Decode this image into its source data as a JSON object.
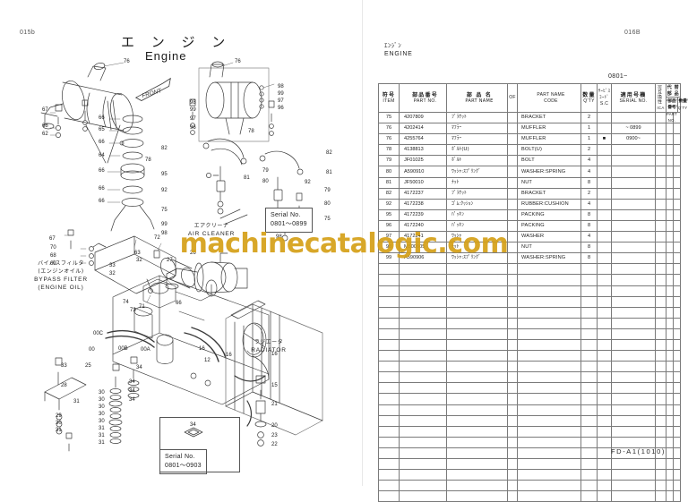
{
  "document": {
    "left_page_number": "015b",
    "right_page_number": "016B",
    "footer_code": "FD-A1(1010)"
  },
  "illustration": {
    "title_jp": "エ ン ジ ン",
    "title_en": "Engine",
    "front_marker": "FRONT",
    "labels": [
      {
        "jp": "エアクリーナ",
        "en": "AIR CLEANER"
      },
      {
        "jp": "バイパスフィルタ\n(エンジンオイル)",
        "en": "BYPASS FILTER\n(ENGINE OIL)"
      },
      {
        "jp": "ラジエータ",
        "en": "RADIATOR"
      }
    ],
    "bypass_filter_jp_line1": "バイパスフィルタ",
    "bypass_filter_jp_line2": "(エンジンオイル)",
    "bypass_filter_en_line1": "BYPASS FILTER",
    "bypass_filter_en_line2": "(ENGINE OIL)",
    "air_cleaner_jp": "エアクリーナ",
    "air_cleaner_en": "AIR CLEANER",
    "radiator_jp": "ラジエータ",
    "radiator_en": "RADIATOR",
    "serial_box_upper": {
      "line1": "Serial No.",
      "line2": "0801〜0899"
    },
    "serial_box_lower": {
      "line1": "Serial No.",
      "line2": "0801〜0903"
    },
    "callouts_upper_left": [
      "76",
      "67",
      "68",
      "62",
      "66",
      "65",
      "66",
      "64",
      "67",
      "66",
      "70",
      "68",
      "69",
      "63",
      "72",
      "71",
      "66"
    ],
    "callouts_mid": [
      "78",
      "98",
      "99",
      "97",
      "96",
      "82",
      "95",
      "92",
      "81",
      "75",
      "79",
      "80",
      "99",
      "98"
    ],
    "callouts_right_cluster": [
      "76",
      "78",
      "98",
      "99",
      "97",
      "96",
      "82",
      "81",
      "92",
      "79",
      "80",
      "75",
      "99",
      "98"
    ],
    "callouts_lower": [
      "33",
      "32",
      "31",
      "25",
      "28",
      "74",
      "73",
      "00C",
      "00",
      "00B",
      "00A",
      "16",
      "12",
      "34",
      "15",
      "21",
      "20",
      "23",
      "22",
      "27",
      "26",
      "29",
      "30"
    ]
  },
  "group": {
    "name_jp": "ｴﾝｼﾞﾝ",
    "name_en": "ENGINE",
    "serial_range": "0801~"
  },
  "table": {
    "headers": [
      {
        "jp": "符号",
        "en": "ITEM"
      },
      {
        "jp": "部品番号",
        "en": "PART NO."
      },
      {
        "jp": "部 品 名",
        "en": "PART NAME"
      },
      {
        "jp": "OF",
        "en": "PART NAME\nCODE"
      },
      {
        "jp": "数量",
        "en": "Q'TY"
      },
      {
        "jp": "ｻｰﾋﾞｽ\nｺｰﾄﾞ",
        "en": "S.C"
      },
      {
        "jp": "適用号機",
        "en": "SERIAL NO."
      },
      {
        "jp": "可互換性",
        "en": "ICA"
      },
      {
        "jp": "代 替 部 品",
        "en": "ALTERNATIVE PART"
      },
      {
        "jp": "部品番号",
        "en": "PART NO."
      },
      {
        "jp": "数量",
        "en": "Q'TY"
      }
    ],
    "header_labels": {
      "item_jp": "符号",
      "item_en": "ITEM",
      "partno_jp": "部品番号",
      "partno_en": "PART NO.",
      "partname_jp": "部 品 名",
      "partname_en": "PART NAME",
      "code_of": "OF",
      "code_en_l1": "PART  NAME",
      "code_en_l2": "CODE",
      "qty_jp": "数量",
      "qty_en": "Q'TY",
      "sc_jp_l1": "ｻｰﾋﾞｽ",
      "sc_jp_l2": "ｺｰﾄﾞ",
      "sc_en": "S.C",
      "serial_jp": "適用号機",
      "serial_en": "SERIAL NO.",
      "ica_jp": "可互換性",
      "ica_en": "ICA",
      "alt_jp": "代 替 部 品",
      "alt_en": "ALTERNATIVE PART",
      "alt_partno_jp": "部品番号",
      "alt_partno_en": "PART  NO.",
      "alt_qty_jp": "数量",
      "alt_qty_en": "Q'TY"
    },
    "rows": [
      {
        "item": "75",
        "part_no": "4207809",
        "name_jp": "ﾌﾞﾗｹｯﾄ",
        "of": "",
        "name_en": "BRACKET",
        "qty": "2",
        "sc": "",
        "serial": "",
        "ica": "",
        "alt_part_no": "",
        "alt_qty": ""
      },
      {
        "item": "76",
        "part_no": "4202414",
        "name_jp": "ﾏﾌﾗｰ",
        "of": "",
        "name_en": "MUFFLER",
        "qty": "1",
        "sc": "",
        "serial": "~ 0899",
        "ica": "",
        "alt_part_no": "",
        "alt_qty": ""
      },
      {
        "item": "76",
        "part_no": "4255764",
        "name_jp": "ﾏﾌﾗｰ",
        "of": "",
        "name_en": "MUFFLER",
        "qty": "1",
        "sc": "■",
        "serial": "0900~",
        "ica": "",
        "alt_part_no": "",
        "alt_qty": ""
      },
      {
        "item": "78",
        "part_no": "4138813",
        "name_jp": "ﾎﾞﾙﾄ(U)",
        "of": "",
        "name_en": "BOLT(U)",
        "qty": "2",
        "sc": "",
        "serial": "",
        "ica": "",
        "alt_part_no": "",
        "alt_qty": ""
      },
      {
        "item": "79",
        "part_no": "JF01025",
        "name_jp": "ﾎﾞﾙﾄ",
        "of": "",
        "name_en": "BOLT",
        "qty": "4",
        "sc": "",
        "serial": "",
        "ica": "",
        "alt_part_no": "",
        "alt_qty": ""
      },
      {
        "item": "80",
        "part_no": "A590910",
        "name_jp": "ﾜｯｼｬ:ｽﾌﾟﾘﾝｸﾞ",
        "of": "",
        "name_en": "WASHER:SPRING",
        "qty": "4",
        "sc": "",
        "serial": "",
        "ica": "",
        "alt_part_no": "",
        "alt_qty": ""
      },
      {
        "item": "81",
        "part_no": "JF50010",
        "name_jp": "ﾅｯﾄ",
        "of": "",
        "name_en": "NUT",
        "qty": "8",
        "sc": "",
        "serial": "",
        "ica": "",
        "alt_part_no": "",
        "alt_qty": ""
      },
      {
        "item": "82",
        "part_no": "4172237",
        "name_jp": "ﾌﾞﾗｹｯﾄ",
        "of": "",
        "name_en": "BRACKET",
        "qty": "2",
        "sc": "",
        "serial": "",
        "ica": "",
        "alt_part_no": "",
        "alt_qty": ""
      },
      {
        "item": "92",
        "part_no": "4172238",
        "name_jp": "ｺﾞﾑ:ｸｯｼｮﾝ",
        "of": "",
        "name_en": "RUBBER:CUSHION",
        "qty": "4",
        "sc": "",
        "serial": "",
        "ica": "",
        "alt_part_no": "",
        "alt_qty": ""
      },
      {
        "item": "95",
        "part_no": "4172239",
        "name_jp": "ﾊﾟｯｷﾝ",
        "of": "",
        "name_en": "PACKING",
        "qty": "8",
        "sc": "",
        "serial": "",
        "ica": "",
        "alt_part_no": "",
        "alt_qty": ""
      },
      {
        "item": "96",
        "part_no": "4172240",
        "name_jp": "ﾊﾟｯｷﾝ",
        "of": "",
        "name_en": "PACKING",
        "qty": "8",
        "sc": "",
        "serial": "",
        "ica": "",
        "alt_part_no": "",
        "alt_qty": ""
      },
      {
        "item": "97",
        "part_no": "4172241",
        "name_jp": "ﾜｯｼｬ",
        "of": "",
        "name_en": "WASHER",
        "qty": "4",
        "sc": "",
        "serial": "",
        "ica": "",
        "alt_part_no": "",
        "alt_qty": ""
      },
      {
        "item": "98",
        "part_no": "M500605",
        "name_jp": "ﾅｯﾄ",
        "of": "",
        "name_en": "NUT",
        "qty": "8",
        "sc": "",
        "serial": "",
        "ica": "",
        "alt_part_no": "",
        "alt_qty": ""
      },
      {
        "item": "99",
        "part_no": "A590906",
        "name_jp": "ﾜｯｼｬ:ｽﾌﾟﾘﾝｸﾞ",
        "of": "",
        "name_en": "WASHER:SPRING",
        "qty": "8",
        "sc": "",
        "serial": "",
        "ica": "",
        "alt_part_no": "",
        "alt_qty": ""
      }
    ],
    "blank_row_count": 22
  },
  "watermark": {
    "text": "machinecatalogic.com",
    "color": "#d5a017"
  }
}
